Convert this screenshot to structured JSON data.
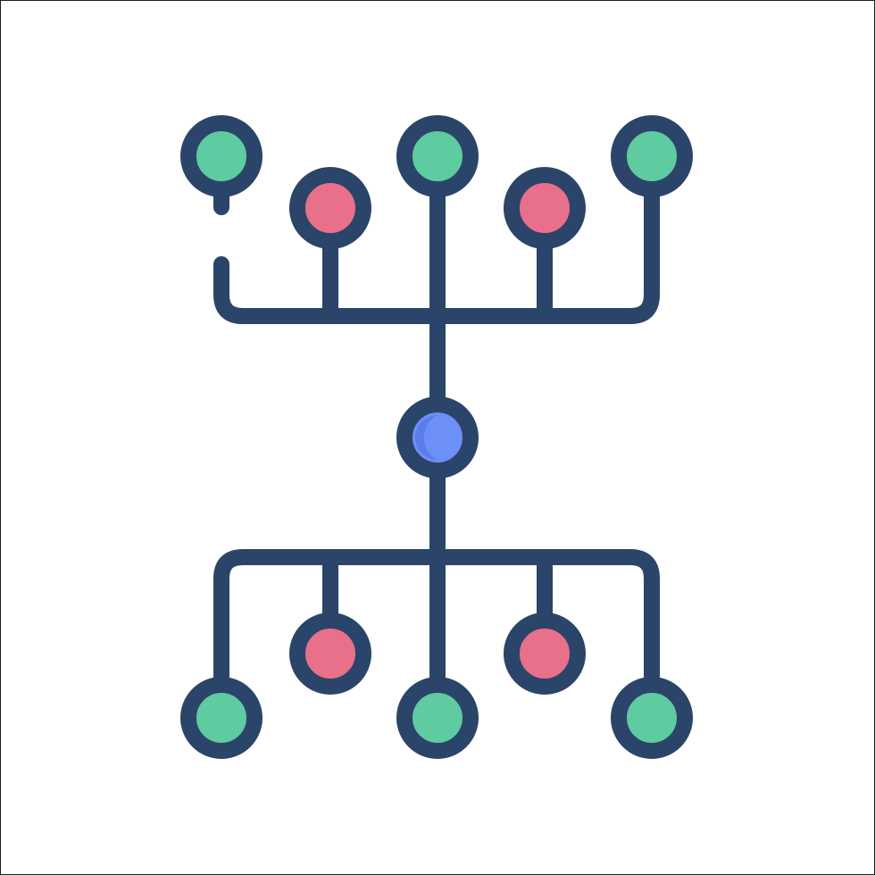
{
  "icon": {
    "name": "hierarchy-network-icon",
    "colors": {
      "outline": "#2b4469",
      "leaf_green": "#5ecba1",
      "leaf_red": "#e8708a",
      "center_blue": "#6c8ff8",
      "center_shadow": "#4f6fdd",
      "background": "#ffffff"
    },
    "top_branch": {
      "green_nodes": 3,
      "red_nodes": 2
    },
    "bottom_branch": {
      "green_nodes": 3,
      "red_nodes": 2
    }
  }
}
